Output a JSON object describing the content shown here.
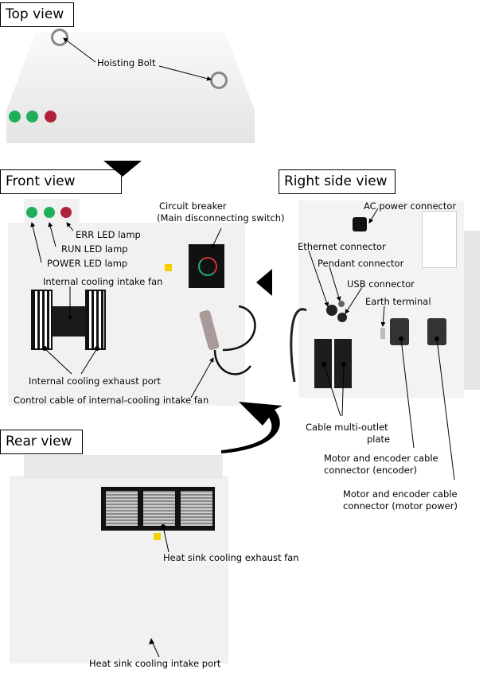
{
  "views": {
    "top": "Top view",
    "front": "Front view",
    "right": "Right side view",
    "rear": "Rear view"
  },
  "labels": {
    "hoisting_bolt": "Hoisting Bolt",
    "circuit_breaker_1": "Circuit breaker",
    "circuit_breaker_2": "(Main disconnecting switch)",
    "err_led": "ERR LED lamp",
    "run_led": "RUN LED lamp",
    "power_led": "POWER LED lamp",
    "intake_fan": "Internal cooling intake fan",
    "exhaust_port": "Internal cooling exhaust port",
    "control_cable": "Control cable of internal-cooling intake fan",
    "ac_power": "AC power connector",
    "ethernet": "Ethernet connector",
    "pendant": "Pendant connector",
    "usb": "USB connector",
    "earth": "Earth terminal",
    "multi_outlet_1": "Cable multi-outlet",
    "multi_outlet_2": "plate",
    "encoder_1": "Motor and encoder cable",
    "encoder_2": "connector (encoder)",
    "motor_power_1": "Motor and encoder cable",
    "motor_power_2": "connector (motor power)",
    "heat_sink_fan": "Heat sink cooling exhaust fan",
    "heat_sink_intake": "Heat sink cooling intake port"
  },
  "colors": {
    "lamp_green": "#1fae5a",
    "lamp_red": "#b0213a",
    "panel": "#f1f1f1"
  }
}
